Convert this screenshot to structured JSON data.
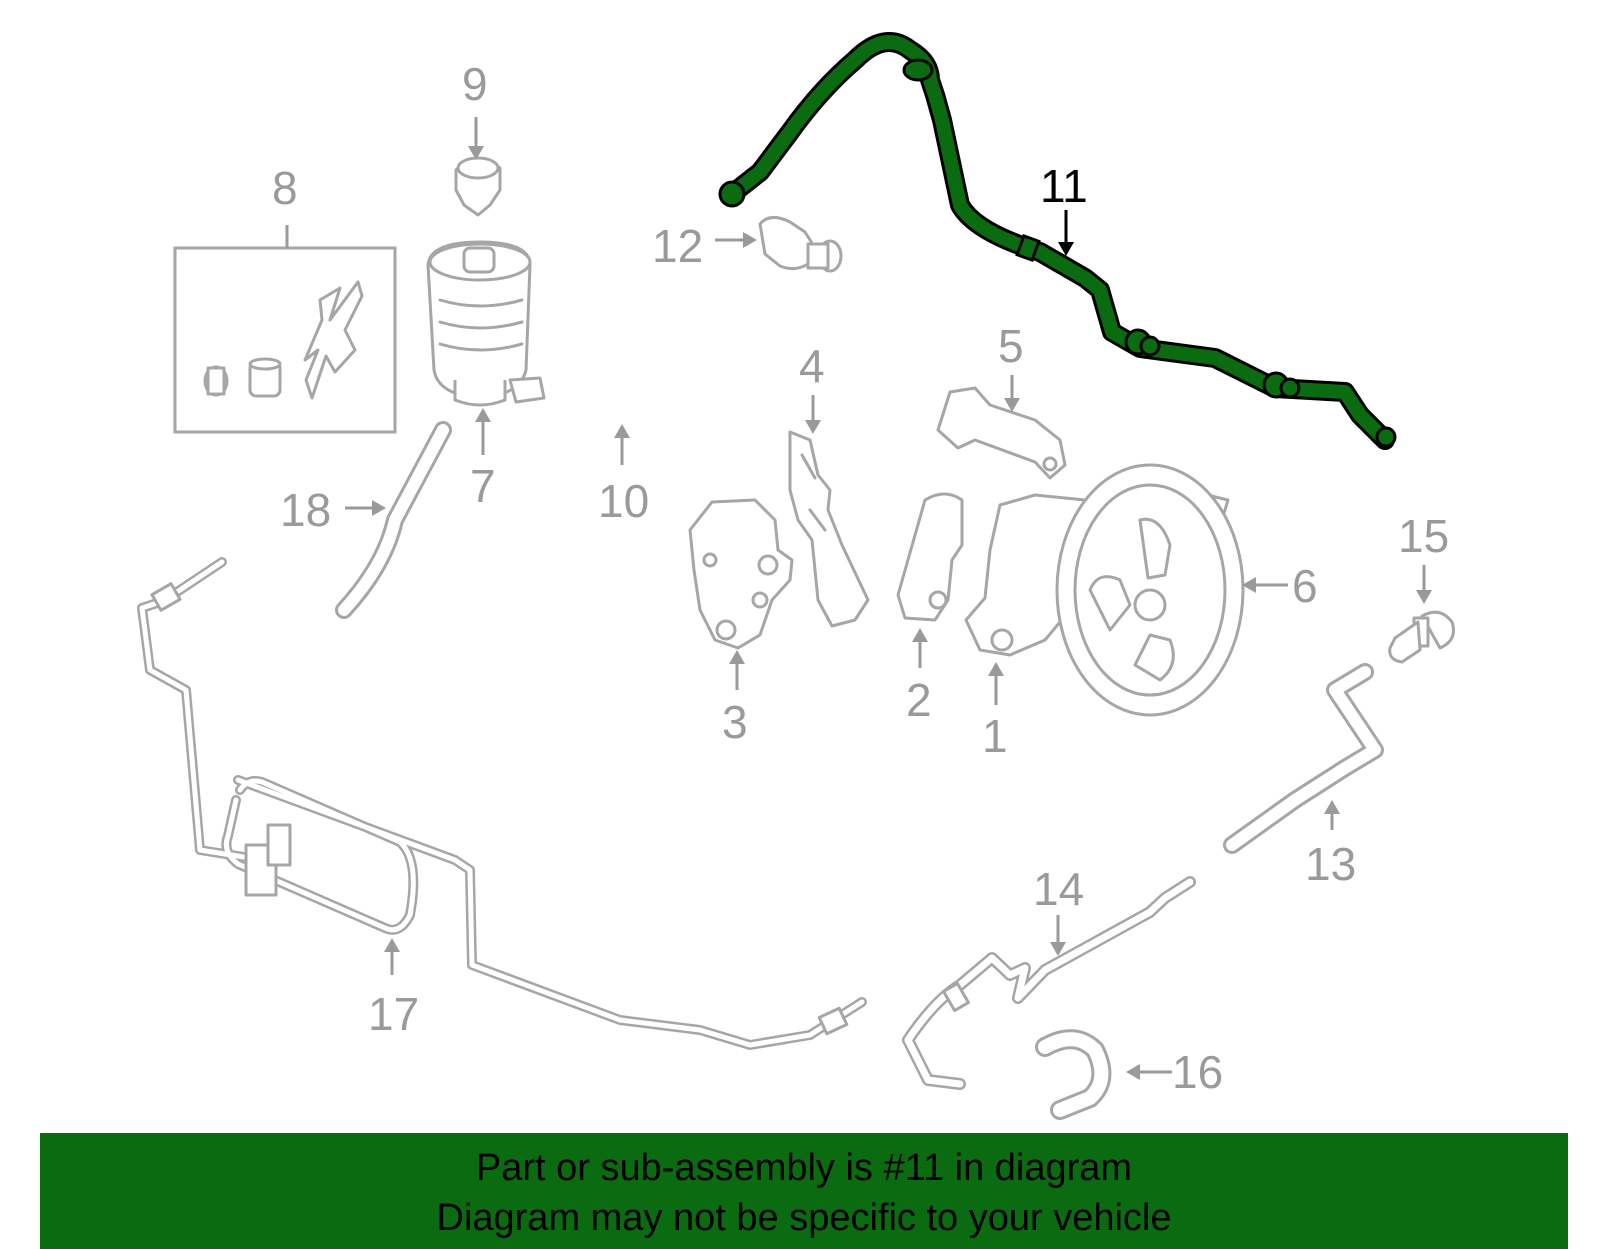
{
  "colors": {
    "highlight": "#0b6b10",
    "highlight_outline": "#000000",
    "part_stroke": "#a6a6a6",
    "label_color": "#9a9a9a",
    "banner_bg": "#0b6b10"
  },
  "callouts": [
    {
      "id": "1",
      "text": "1"
    },
    {
      "id": "2",
      "text": "2"
    },
    {
      "id": "3",
      "text": "3"
    },
    {
      "id": "4",
      "text": "4"
    },
    {
      "id": "5",
      "text": "5"
    },
    {
      "id": "6",
      "text": "6"
    },
    {
      "id": "7",
      "text": "7"
    },
    {
      "id": "8",
      "text": "8"
    },
    {
      "id": "9",
      "text": "9"
    },
    {
      "id": "10",
      "text": "10"
    },
    {
      "id": "11",
      "text": "11"
    },
    {
      "id": "12",
      "text": "12"
    },
    {
      "id": "13",
      "text": "13"
    },
    {
      "id": "14",
      "text": "14"
    },
    {
      "id": "15",
      "text": "15"
    },
    {
      "id": "16",
      "text": "16"
    },
    {
      "id": "17",
      "text": "17"
    },
    {
      "id": "18",
      "text": "18"
    }
  ],
  "highlighted_part": "11",
  "banner": {
    "line1": "Part or sub-assembly is #11 in diagram",
    "line2": "Diagram may not be specific to your vehicle"
  }
}
